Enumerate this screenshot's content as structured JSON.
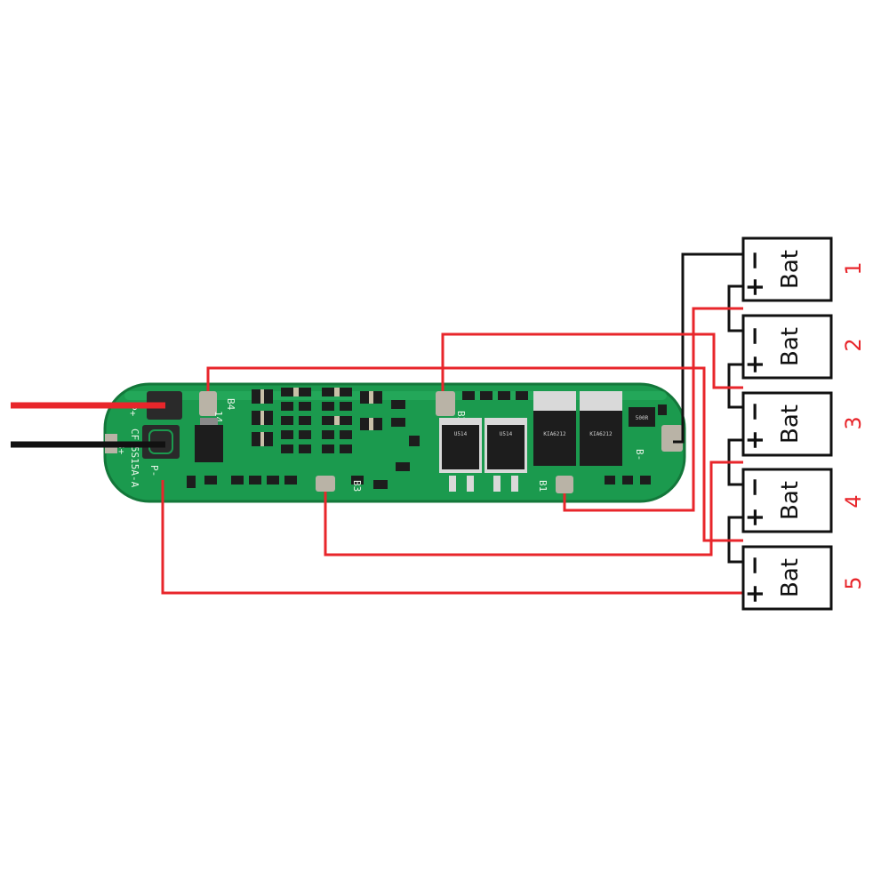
{
  "colors": {
    "positive_wire": "#e8262b",
    "negative_wire": "#111111",
    "pcb": "#1b9a4e",
    "pcb_edge": "#13773a",
    "pad": "#b9b3a6",
    "cell_number": "#e8262b"
  },
  "board": {
    "model": "CF-5S15A-A",
    "voltage": "14.8V",
    "pad_p_plus": "P+",
    "pad_b_plus": "B+",
    "pad_p_minus": "P-",
    "pad_b4": "B4",
    "pad_b3": "B3",
    "pad_b2": "B2",
    "pad_b1": "B1",
    "pad_b_minus": "B-",
    "chip_u514": "U514",
    "chip_kia": "KIA6212",
    "resistor": "500R"
  },
  "cells": [
    {
      "number": "1",
      "label": "Bat",
      "neg": "−",
      "pos": "+"
    },
    {
      "number": "2",
      "label": "Bat",
      "neg": "−",
      "pos": "+"
    },
    {
      "number": "3",
      "label": "Bat",
      "neg": "−",
      "pos": "+"
    },
    {
      "number": "4",
      "label": "Bat",
      "neg": "−",
      "pos": "+"
    },
    {
      "number": "5",
      "label": "Bat",
      "neg": "−",
      "pos": "+"
    }
  ]
}
